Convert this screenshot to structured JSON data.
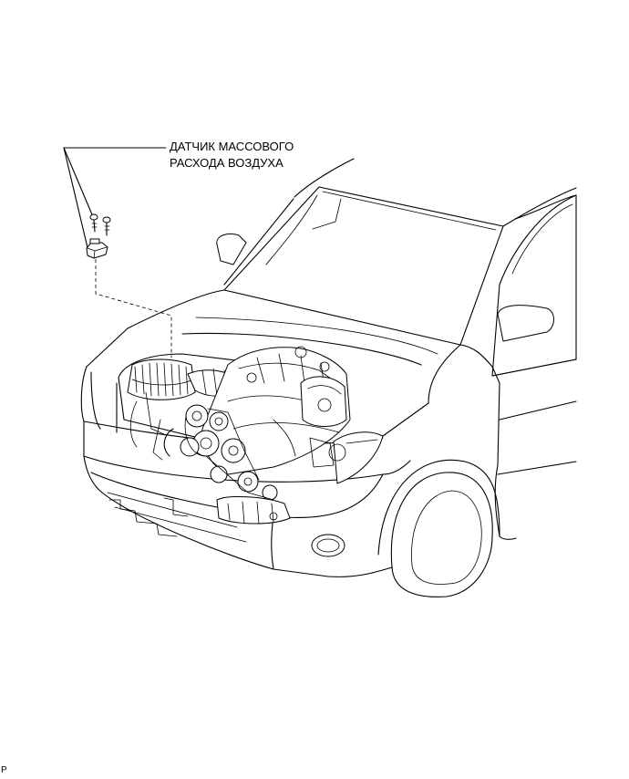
{
  "callout": {
    "line1": "ДАТЧИК МАССОВОГО",
    "line2": "РАСХОДА ВОЗДУХА"
  },
  "corner_id": "P"
}
